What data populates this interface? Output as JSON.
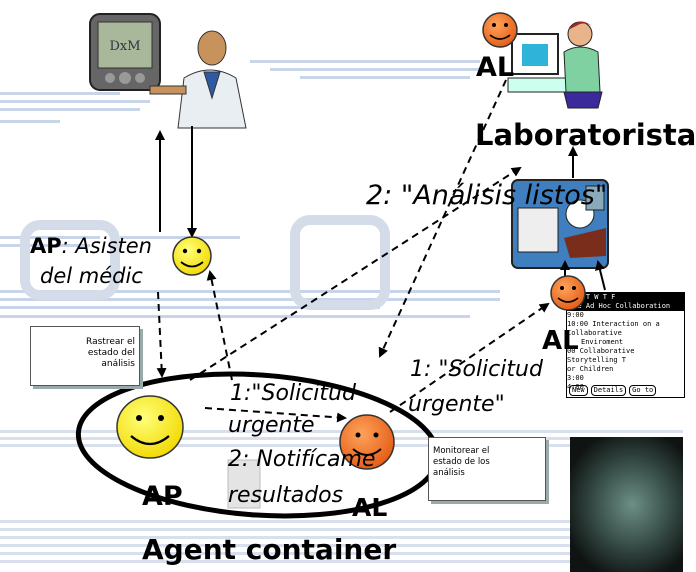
{
  "title_laboratorista": "Laboratorista",
  "title_agent_container": "Agent container",
  "label_al_top": "AL",
  "label_al_mid": "AL",
  "label_al_bottom": "AL",
  "label_ap_bottom": "AP",
  "ap_prefix": "AP",
  "ap_desc_line1": ": Asisten",
  "ap_desc_line2": "del médic",
  "msg_analisis_listos": "2: \"Análisis listos\"",
  "msg_solicitud_right_1": "1: \"Solicitud",
  "msg_solicitud_right_2": "urgente\"",
  "msg_inner_1": "1:\"Solicitud",
  "msg_inner_2": "urgente",
  "msg_inner_3": "2: Notifícame",
  "msg_inner_4": "resultados",
  "note_rastrear": [
    "Rastrear el",
    "estado del",
    "análisis"
  ],
  "note_monitorear": [
    "Monitorear el",
    "estado de los",
    "análisis"
  ],
  "schedule": {
    "days": "S M T W T F",
    "header": "ile Ad Hoc Collaboration",
    "rows": [
      "9:00",
      "10:00 Interaction on a Collaborative",
      "Enviroment",
      "00 Collaborative Storytelling T",
      "or Children",
      "3:00",
      "4:00"
    ],
    "buttons": [
      "New",
      "Details",
      "Go to"
    ]
  },
  "colors": {
    "accent_orange": "#ee6a2a",
    "yellow": "#ffee00",
    "stripe": "#c8d4e8"
  }
}
